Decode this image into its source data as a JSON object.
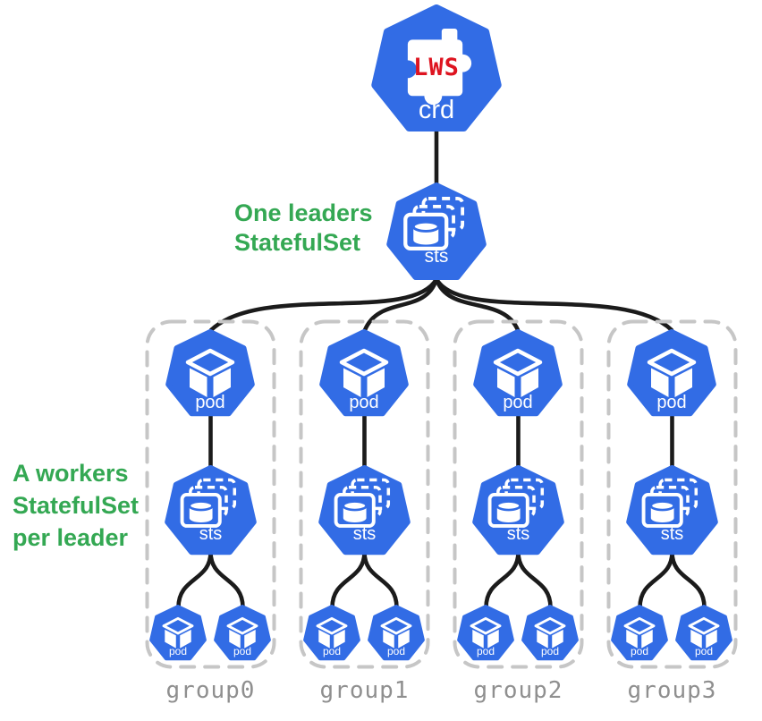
{
  "labels": {
    "crd": "crd",
    "sts": "sts",
    "pod": "pod",
    "lws_badge": "LWS"
  },
  "annotations": {
    "leaders_line1": "One leaders",
    "leaders_line2": "StatefulSet",
    "workers_line1": "A workers",
    "workers_line2": "StatefulSet",
    "workers_line3": "per leader"
  },
  "groups": [
    {
      "label": "group0"
    },
    {
      "label": "group1"
    },
    {
      "label": "group2"
    },
    {
      "label": "group3"
    }
  ],
  "icons": {
    "crd": "puzzle-piece",
    "sts": "stacked-statefulset-cylinder",
    "pod": "cube"
  },
  "colors": {
    "blue": "#326CE5",
    "red": "#DE1420",
    "green": "#34A853",
    "line": "#1B1B1B",
    "box_border": "#C6C6C6",
    "group_label": "#8F8F8F"
  }
}
